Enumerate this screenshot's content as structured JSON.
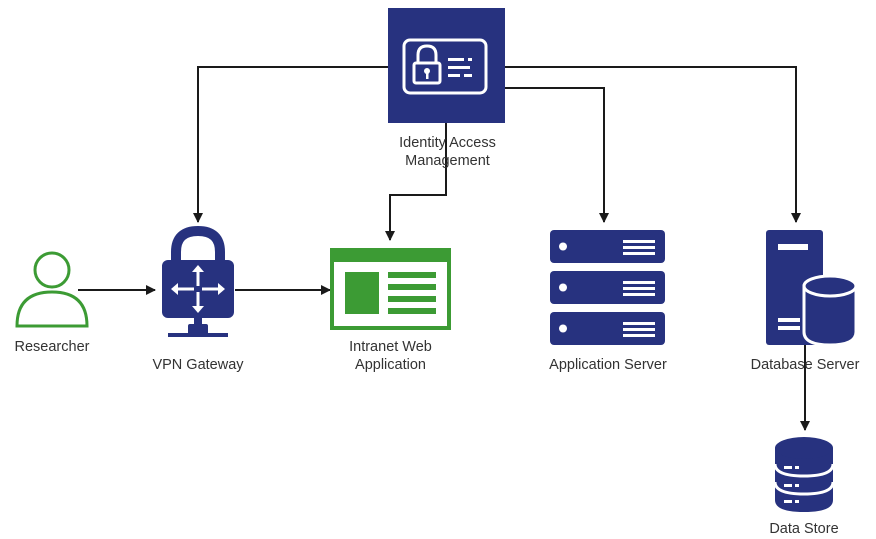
{
  "colors": {
    "navy": "#27327f",
    "green": "#3c9b34",
    "line": "#1a1a1a",
    "text": "#333333",
    "white": "#ffffff"
  },
  "nodes": {
    "iam": {
      "line1": "Identity Access",
      "line2": "Management",
      "icon": "id-card-lock-icon"
    },
    "researcher": {
      "label": "Researcher",
      "icon": "user-icon"
    },
    "vpn": {
      "label": "VPN Gateway",
      "icon": "padlock-router-icon"
    },
    "intranet": {
      "line1": "Intranet Web",
      "line2": "Application",
      "icon": "web-page-icon"
    },
    "app_server": {
      "label": "Application Server",
      "icon": "server-rack-icon"
    },
    "db_server": {
      "label": "Database Server",
      "icon": "database-server-icon"
    },
    "data_store": {
      "label": "Data Store",
      "icon": "database-icon"
    }
  },
  "edges": [
    {
      "from": "iam",
      "to": "vpn"
    },
    {
      "from": "iam",
      "to": "intranet"
    },
    {
      "from": "iam",
      "to": "app_server"
    },
    {
      "from": "iam",
      "to": "db_server"
    },
    {
      "from": "researcher",
      "to": "vpn"
    },
    {
      "from": "vpn",
      "to": "intranet"
    },
    {
      "from": "db_server",
      "to": "data_store"
    }
  ]
}
